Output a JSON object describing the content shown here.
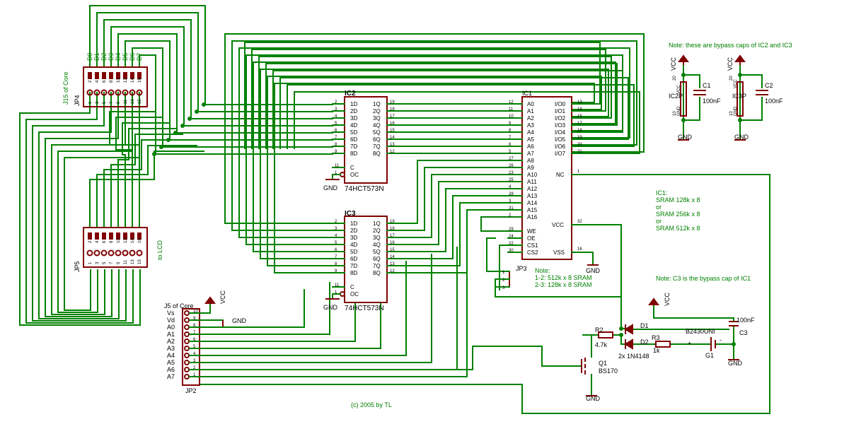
{
  "colors": {
    "wire": "#008000",
    "part": "#800000",
    "text": "#000000",
    "background": "#ffffff"
  },
  "jp4": {
    "label": "JP4",
    "core_label": "J15 of Core",
    "pin_labels": [
      "D0",
      "D1",
      "D2",
      "D3",
      "D4",
      "D5",
      "D6",
      "D7"
    ],
    "top_pins": [
      "2",
      "4",
      "6",
      "8",
      "10",
      "12",
      "14",
      "16"
    ],
    "bottom_pins": [
      "1",
      "3",
      "5",
      "7",
      "9",
      "11",
      "13",
      "15"
    ]
  },
  "jp5": {
    "label": "JP5",
    "lcd_label": "to LCD",
    "top_pins": [
      "2",
      "4",
      "6",
      "8",
      "10",
      "12",
      "14",
      "16"
    ],
    "bottom_pins": [
      "1",
      "3",
      "5",
      "7",
      "9",
      "11",
      "13",
      "15"
    ]
  },
  "ic2": {
    "name": "IC2",
    "part": "74HCT573N",
    "left_pins": [
      "1D",
      "2D",
      "3D",
      "4D",
      "5D",
      "6D",
      "7D",
      "8D"
    ],
    "left_nums": [
      "2",
      "3",
      "4",
      "5",
      "6",
      "7",
      "8",
      "9"
    ],
    "right_pins": [
      "1Q",
      "2Q",
      "3Q",
      "4Q",
      "5Q",
      "6Q",
      "7Q",
      "8Q"
    ],
    "right_nums": [
      "19",
      "18",
      "17",
      "16",
      "15",
      "14",
      "13",
      "12"
    ],
    "c_pin": "C",
    "c_num": "11",
    "oc_pin": "OC",
    "oc_num": "1",
    "gnd": "GND"
  },
  "ic3": {
    "name": "IC3",
    "part": "74HCT573N",
    "left_pins": [
      "1D",
      "2D",
      "3D",
      "4D",
      "5D",
      "6D",
      "7D",
      "8D"
    ],
    "left_nums": [
      "2",
      "3",
      "4",
      "5",
      "6",
      "7",
      "8",
      "9"
    ],
    "right_pins": [
      "1Q",
      "2Q",
      "3Q",
      "4Q",
      "5Q",
      "6Q",
      "7Q",
      "8Q"
    ],
    "right_nums": [
      "19",
      "18",
      "17",
      "16",
      "15",
      "14",
      "13",
      "12"
    ],
    "c_pin": "C",
    "c_num": "11",
    "oc_pin": "OC",
    "oc_num": "1",
    "gnd": "GND"
  },
  "ic1": {
    "name": "IC1",
    "left_pins": [
      "A0",
      "A1",
      "A2",
      "A3",
      "A4",
      "A5",
      "A6",
      "A7",
      "A8",
      "A9",
      "A10",
      "A11",
      "A12",
      "A13",
      "A14",
      "A15",
      "A16"
    ],
    "left_nums": [
      "12",
      "11",
      "10",
      "9",
      "8",
      "7",
      "6",
      "5",
      "27",
      "26",
      "23",
      "25",
      "4",
      "28",
      "3",
      "31",
      "2"
    ],
    "ctrl_pins": [
      "WE",
      "OE",
      "CS1",
      "CS2"
    ],
    "ctrl_nums": [
      "29",
      "24",
      "22",
      "30"
    ],
    "io_pins": [
      "I/O0",
      "I/O1",
      "I/O2",
      "I/O3",
      "I/O4",
      "I/O5",
      "I/O6",
      "I/O7"
    ],
    "io_nums": [
      "13",
      "14",
      "15",
      "17",
      "18",
      "19",
      "20",
      "21"
    ],
    "nc_pin": "NC",
    "nc_num": "1",
    "vcc_pin": "VCC",
    "vcc_num": "32",
    "vss_pin": "VSS",
    "vss_num": "16",
    "gnd": "GND"
  },
  "note_bypass": "Note: these are bypass caps of IC2 and IC3",
  "ic2p": {
    "name": "IC2P",
    "vcc": "VCC",
    "gnd": "GND",
    "vcc_pin": "VCC",
    "vcc_num": "20",
    "gnd_pin": "GND",
    "gnd_num": "10"
  },
  "ic3p": {
    "name": "IC3P",
    "vcc": "VCC",
    "gnd": "GND",
    "vcc_pin": "VCC",
    "vcc_num": "20",
    "gnd_pin": "GND",
    "gnd_num": "10"
  },
  "c1": {
    "name": "C1",
    "value": "100nF"
  },
  "c2": {
    "name": "C2",
    "value": "100nF"
  },
  "ic1_note": [
    "IC1:",
    "SRAM 128k x 8",
    "or",
    "SRAM 256k x 8",
    "or",
    "SRAM 512k x 8"
  ],
  "note_c3": "Note: C3 is the bypass cap of IC1",
  "jp3": {
    "name": "JP3",
    "pin_nums": [
      "1",
      "2",
      "3"
    ],
    "note": [
      "Note:",
      "1-2: 512k x 8 SRAM",
      "2-3: 128k x 8 SRAM"
    ]
  },
  "j5": {
    "name": "JP2",
    "title": "J5 of Core",
    "signals": [
      "Vs",
      "Vd",
      "A0",
      "A1",
      "A2",
      "A3",
      "A4",
      "A5",
      "A6",
      "A7"
    ],
    "pin_nums": [
      "10",
      "9",
      "8",
      "7",
      "6",
      "5",
      "4",
      "3",
      "2",
      "1"
    ],
    "vcc": "VCC",
    "gnd": "GND"
  },
  "d1": {
    "name": "D1"
  },
  "d2": {
    "name": "D2",
    "note": "2x 1N4148"
  },
  "r2": {
    "name": "R2",
    "value": "4.7k"
  },
  "r3": {
    "name": "R3",
    "value": "1k"
  },
  "q1": {
    "name": "Q1",
    "part": "BS170",
    "gnd": "GND"
  },
  "battery": {
    "name": "G1",
    "part": "B2430UNI",
    "plus": "+",
    "minus": "-"
  },
  "c3": {
    "name": "C3",
    "value": "100nF",
    "vcc": "VCC",
    "gnd": "GND"
  },
  "copyright": "(c) 2005 by TL"
}
